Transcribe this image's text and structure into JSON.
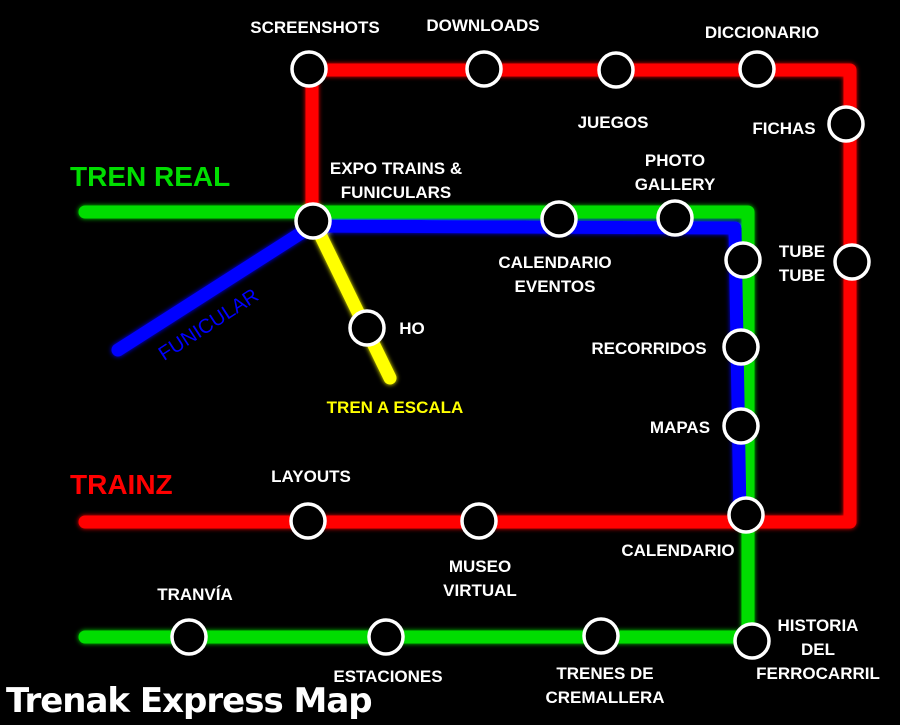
{
  "title": "Trenak Express Map",
  "colors": {
    "red": "#ff0000",
    "green": "#00dd00",
    "blue": "#0000ff",
    "yellow": "#ffff00",
    "station_stroke": "#ffffff"
  },
  "lines": {
    "tren_real": "TREN REAL",
    "trainz": "TRAINZ",
    "funicular": "FUNICULAR",
    "tren_a_escala": "TREN A ESCALA"
  },
  "stations": {
    "screenshots": [
      "SCREENSHOTS"
    ],
    "downloads": [
      "DOWNLOADS"
    ],
    "juegos": [
      "JUEGOS"
    ],
    "diccionario": [
      "DICCIONARIO"
    ],
    "fichas": [
      "FICHAS"
    ],
    "tube_tube": [
      "TUBE",
      "TUBE"
    ],
    "expo": [
      "EXPO TRAINS &",
      "FUNICULARS"
    ],
    "calendario_eventos": [
      "CALENDARIO",
      "EVENTOS"
    ],
    "photo_gallery": [
      "PHOTO",
      "GALLERY"
    ],
    "ho": [
      "HO"
    ],
    "recorridos": [
      "RECORRIDOS"
    ],
    "mapas": [
      "MAPAS"
    ],
    "calendario": [
      "CALENDARIO"
    ],
    "layouts": [
      "LAYOUTS"
    ],
    "museo_virtual": [
      "MUSEO",
      "VIRTUAL"
    ],
    "tranvia": [
      "TRANVÍA"
    ],
    "estaciones": [
      "ESTACIONES"
    ],
    "trenes_cremallera": [
      "TRENES DE",
      "CREMALLERA"
    ],
    "historia": [
      "HISTORIA",
      "DEL",
      "FERROCARRIL"
    ]
  }
}
